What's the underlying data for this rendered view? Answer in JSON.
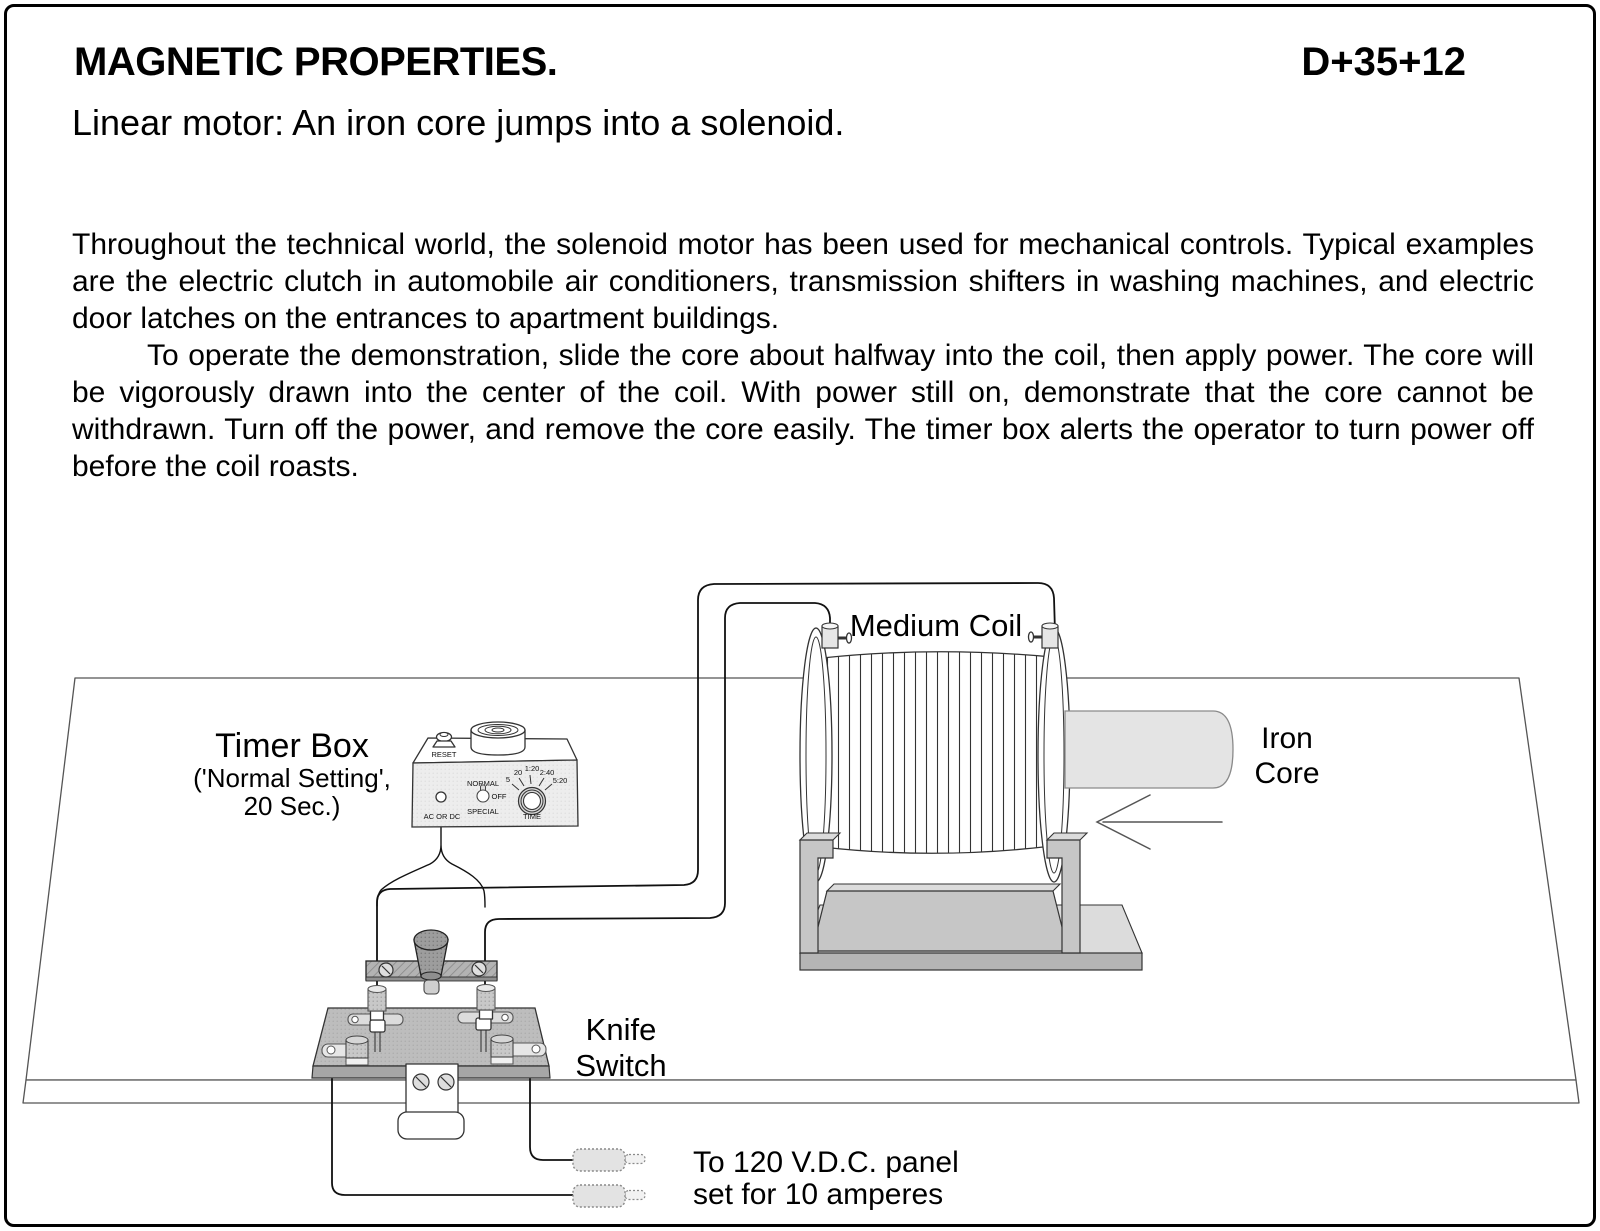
{
  "page": {
    "title": "MAGNETIC PROPERTIES.",
    "code": "D+35+12",
    "subtitle": "Linear motor: An iron core jumps into a solenoid."
  },
  "body": {
    "paragraph1": "Throughout the technical world, the solenoid motor has been used for mechanical controls. Typical examples are the electric clutch in automobile air conditioners, transmission shifters in washing machines, and electric door latches on the entrances to apartment buildings.",
    "paragraph2": "To operate the demonstration, slide the core about halfway into the coil, then apply power.  The core will be vigorously drawn into the center of the coil.  With power still on, demonstrate that the core cannot be withdrawn.  Turn off the power, and remove the core easily.  The timer box alerts the operator to turn power off before the coil roasts."
  },
  "diagram": {
    "timer_label": {
      "title": "Timer Box",
      "sub1": "('Normal Setting',",
      "sub2": "20 Sec.)"
    },
    "timer_face": {
      "reset": "RESET",
      "ac_or_dc": "AC OR DC",
      "normal": "NORMAL",
      "off": "OFF",
      "special": "SPECIAL",
      "time": "TIME",
      "dial_ticks": [
        "5",
        "20",
        "1:20",
        "2:40",
        "5:20"
      ]
    },
    "coil_label": "Medium Coil",
    "core_label_1": "Iron",
    "core_label_2": "Core",
    "switch_label_1": "Knife",
    "switch_label_2": "Switch",
    "supply_label_1": "To 120 V.D.C. panel",
    "supply_label_2": "set for 10 amperes"
  },
  "colors": {
    "ink": "#000000",
    "line": "#333333",
    "gray_light": "#e4e4e4",
    "gray_mid": "#bdbdbd",
    "gray_dark": "#9a9a9a",
    "paper": "#ffffff"
  }
}
